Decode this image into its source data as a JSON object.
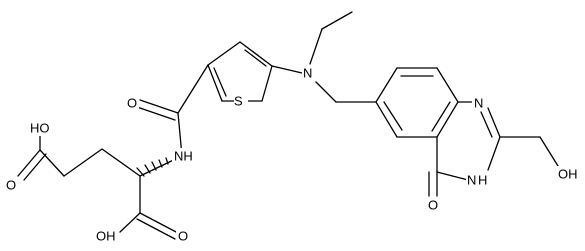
{
  "molecule": {
    "atoms": [
      {
        "id": "S1",
        "label": "S"
      },
      {
        "id": "N1",
        "label": "N"
      },
      {
        "id": "NH1",
        "label": "NH"
      },
      {
        "id": "O1",
        "label": "O"
      },
      {
        "id": "HO1",
        "label": "HO"
      },
      {
        "id": "O2",
        "label": "O"
      },
      {
        "id": "OH1",
        "label": "OH"
      },
      {
        "id": "O3",
        "label": "O"
      },
      {
        "id": "N2",
        "label": "N"
      },
      {
        "id": "NH2",
        "label": "N"
      },
      {
        "id": "H1",
        "label": "H"
      },
      {
        "id": "O4",
        "label": "O"
      },
      {
        "id": "OH2",
        "label": "OH"
      }
    ]
  }
}
